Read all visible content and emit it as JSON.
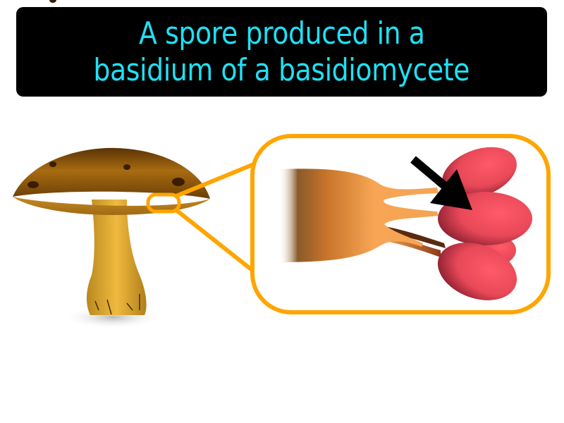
{
  "title": {
    "line1": "A spore produced in a",
    "line2": "basidium of a basidiomycete"
  },
  "illustration": {
    "subject": "mushroom",
    "callout": "basidium with basidiospores",
    "pointer": "arrow pointing to spore"
  },
  "colors": {
    "title_bg": "#000000",
    "title_text": "#1fe0f5",
    "callout_outline": "#ffa500",
    "cap_dark": "#6b3f08",
    "cap_light": "#a66a12",
    "stem": "#d9a63a",
    "basidium": "#f4a550",
    "spore": "#e8475a",
    "arrow": "#000000"
  }
}
